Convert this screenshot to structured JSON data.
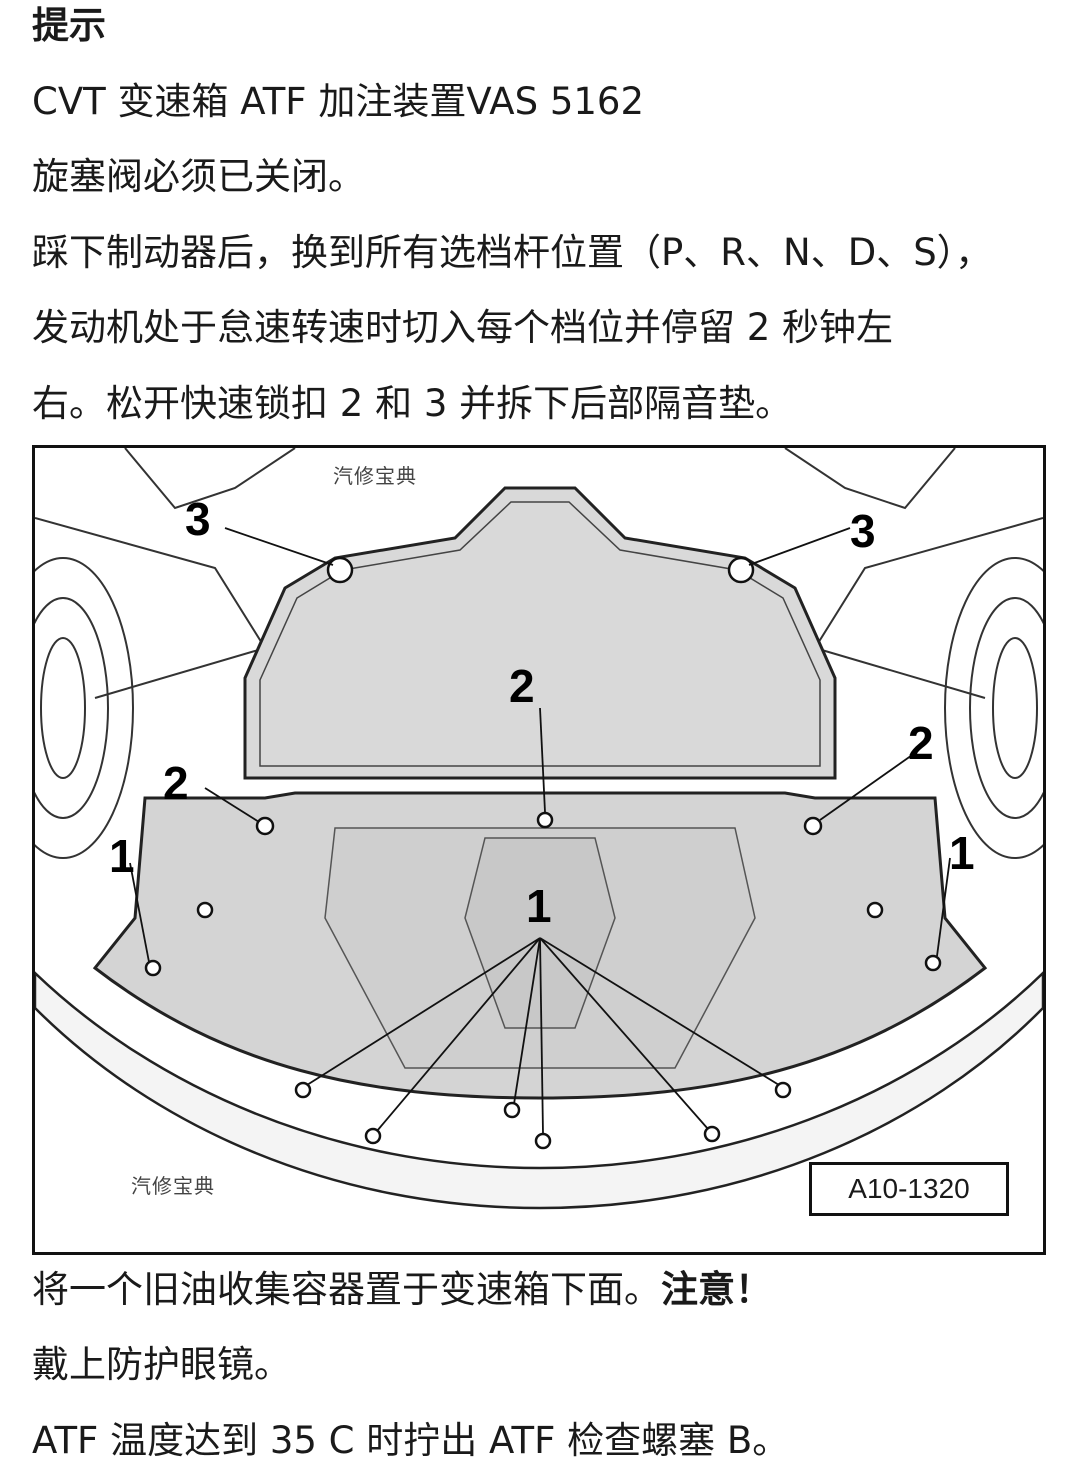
{
  "text": {
    "heading": "提示",
    "line1": "CVT 变速箱 ATF 加注装置VAS 5162",
    "line2": "旋塞阀必须已关闭。",
    "line3": "踩下制动器后，换到所有选档杆位置（P、R、N、D、S），",
    "line4": "发动机处于怠速转速时切入每个档位并停留 2 秒钟左",
    "line5": "右。松开快速锁扣 2 和 3 并拆下后部隔音垫。",
    "line6_main": "将一个旧油收集容器置于变速箱下面。",
    "line6_bold": "注意！",
    "line7": "戴上防护眼镜。",
    "line8": "ATF 温度达到 35 C 时拧出 ATF 检查螺塞 B。"
  },
  "figure": {
    "watermark_top": "汽修宝典",
    "watermark_bottom": "汽修宝典",
    "ref_code": "A10-1320",
    "callouts": {
      "top_left": "3",
      "top_right": "3",
      "center": "2",
      "left": "2",
      "right": "2",
      "left_lower": "1",
      "right_lower": "1",
      "center_lower": "1"
    }
  }
}
